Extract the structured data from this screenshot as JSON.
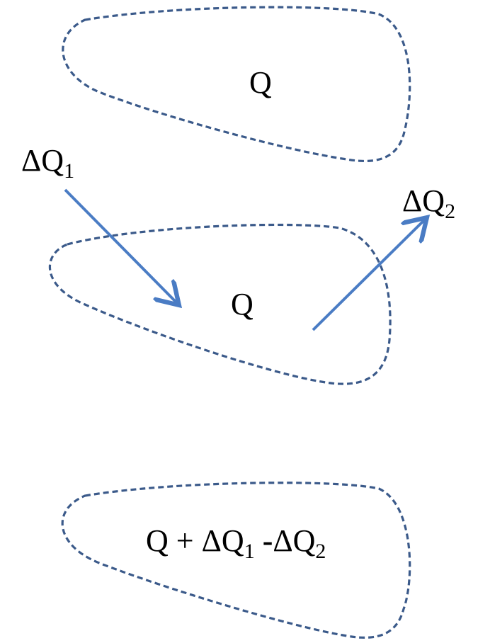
{
  "colors": {
    "outline": "#3b5a8a",
    "arrow": "#4a7cc4",
    "text": "#000000"
  },
  "top_region": {
    "label": "Q"
  },
  "middle_region": {
    "label": "Q",
    "inflow": {
      "symbol": "ΔQ",
      "subscript": "1"
    },
    "outflow": {
      "symbol": "ΔQ",
      "subscript": "2"
    }
  },
  "bottom_region": {
    "label": {
      "q": "Q",
      "plus": "+",
      "term1_symbol": "ΔQ",
      "term1_subscript": "1",
      "minus": "-",
      "term2_symbol": "ΔQ",
      "term2_subscript": "2"
    }
  }
}
